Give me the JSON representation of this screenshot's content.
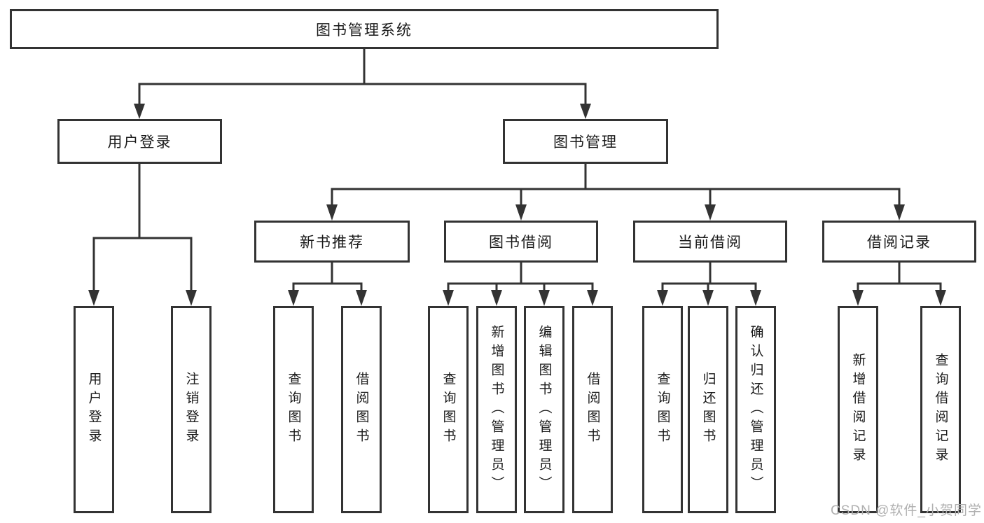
{
  "diagram": {
    "title": "图书管理系统",
    "watermark": "CSDN @软件_小贺同学",
    "colors": {
      "line": "#333333",
      "box_border": "#333333",
      "box_fill": "#ffffff",
      "text": "#1a1a1a",
      "watermark": "#b0b0b0"
    },
    "nodes": {
      "root": "图书管理系统",
      "user_login": "用户登录",
      "book_mgmt": "图书管理",
      "new_book_rec": "新书推荐",
      "book_borrow": "图书借阅",
      "current_borrow": "当前借阅",
      "borrow_record": "借阅记录",
      "leaf_user_login": "用户登录",
      "leaf_logout": "注销登录",
      "rec_query_book": "查询图书",
      "rec_borrow_book": "借阅图书",
      "bb_query_book": "查询图书",
      "bb_add_book": "新增图书（管理员）",
      "bb_edit_book": "编辑图书（管理员）",
      "bb_borrow_book": "借阅图书",
      "cb_query_book": "查询图书",
      "cb_return_book": "归还图书",
      "cb_confirm_return": "确认归还（管理员）",
      "br_add_record": "新增借阅记录",
      "br_query_record": "查询借阅记录"
    },
    "hierarchy": {
      "图书管理系统": {
        "用户登录": [
          "用户登录",
          "注销登录"
        ],
        "图书管理": {
          "新书推荐": [
            "查询图书",
            "借阅图书"
          ],
          "图书借阅": [
            "查询图书",
            "新增图书（管理员）",
            "编辑图书（管理员）",
            "借阅图书"
          ],
          "当前借阅": [
            "查询图书",
            "归还图书",
            "确认归还（管理员）"
          ],
          "借阅记录": [
            "新增借阅记录",
            "查询借阅记录"
          ]
        }
      }
    }
  }
}
